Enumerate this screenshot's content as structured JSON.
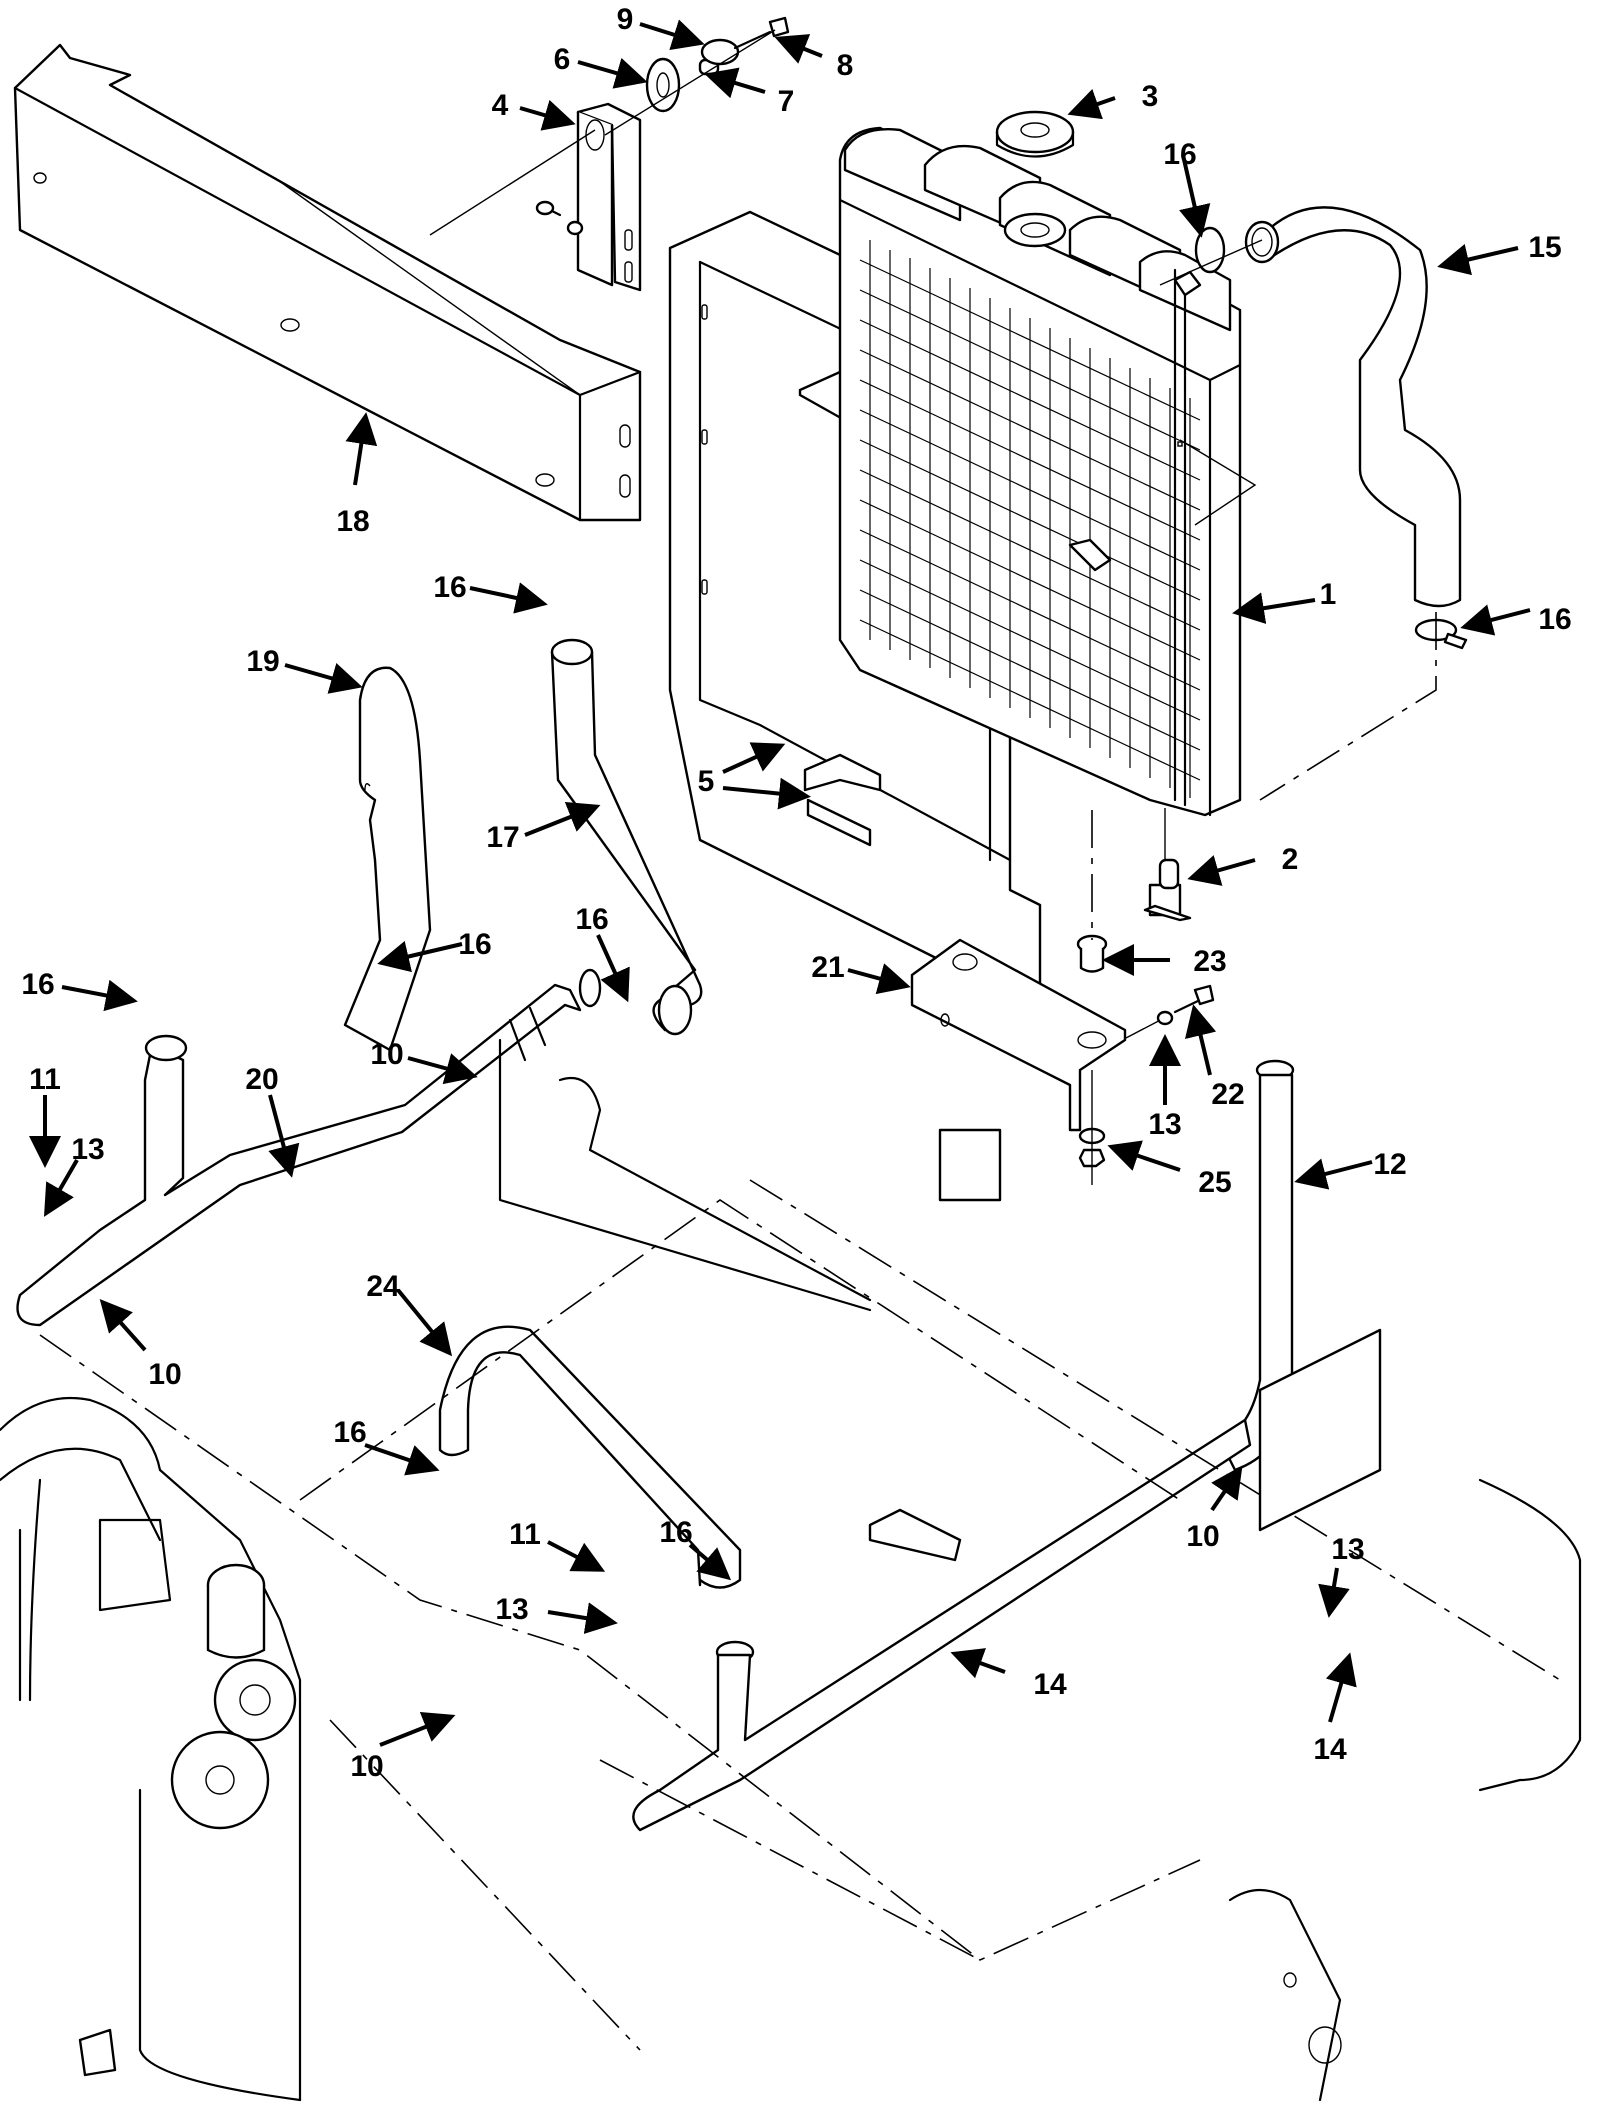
{
  "figure": {
    "type": "exploded parts diagram",
    "subject": "Radiator and coolant hose assembly",
    "line_color": "#000000",
    "background": "#ffffff"
  },
  "callouts": [
    {
      "id": "c1",
      "label": "1",
      "part": "radiator"
    },
    {
      "id": "c2",
      "label": "2",
      "part": "drain-valve"
    },
    {
      "id": "c3",
      "label": "3",
      "part": "radiator-cap"
    },
    {
      "id": "c4",
      "label": "4",
      "part": "support-bracket"
    },
    {
      "id": "c5a",
      "label": "5",
      "part": "mounting-plate"
    },
    {
      "id": "c6",
      "label": "6",
      "part": "grommet"
    },
    {
      "id": "c7",
      "label": "7",
      "part": "spacer"
    },
    {
      "id": "c8",
      "label": "8",
      "part": "bolt"
    },
    {
      "id": "c9",
      "label": "9",
      "part": "washer"
    },
    {
      "id": "c10a",
      "label": "10",
      "part": "tube-clamp"
    },
    {
      "id": "c10b",
      "label": "10",
      "part": "tube-clamp"
    },
    {
      "id": "c10c",
      "label": "10",
      "part": "tube-clamp"
    },
    {
      "id": "c10d",
      "label": "10",
      "part": "tube-clamp"
    },
    {
      "id": "c11a",
      "label": "11",
      "part": "bolt"
    },
    {
      "id": "c11b",
      "label": "11",
      "part": "bolt"
    },
    {
      "id": "c12",
      "label": "12",
      "part": "coolant-tube"
    },
    {
      "id": "c13a",
      "label": "13",
      "part": "washer"
    },
    {
      "id": "c13b",
      "label": "13",
      "part": "washer"
    },
    {
      "id": "c13c",
      "label": "13",
      "part": "washer"
    },
    {
      "id": "c13d",
      "label": "13",
      "part": "washer"
    },
    {
      "id": "c14a",
      "label": "14",
      "part": "nut"
    },
    {
      "id": "c14b",
      "label": "14",
      "part": "nut"
    },
    {
      "id": "c15",
      "label": "15",
      "part": "upper-hose"
    },
    {
      "id": "c16a",
      "label": "16",
      "part": "hose-clamp"
    },
    {
      "id": "c16b",
      "label": "16",
      "part": "hose-clamp"
    },
    {
      "id": "c16c",
      "label": "16",
      "part": "hose-clamp"
    },
    {
      "id": "c16d",
      "label": "16",
      "part": "hose-clamp"
    },
    {
      "id": "c16e",
      "label": "16",
      "part": "hose-clamp"
    },
    {
      "id": "c16f",
      "label": "16",
      "part": "hose-clamp"
    },
    {
      "id": "c16g",
      "label": "16",
      "part": "hose-clamp"
    },
    {
      "id": "c16h",
      "label": "16",
      "part": "hose-clamp"
    },
    {
      "id": "c17",
      "label": "17",
      "part": "hose"
    },
    {
      "id": "c18",
      "label": "18",
      "part": "cross-member"
    },
    {
      "id": "c19",
      "label": "19",
      "part": "hose"
    },
    {
      "id": "c20",
      "label": "20",
      "part": "coolant-tube"
    },
    {
      "id": "c21",
      "label": "21",
      "part": "mounting-bracket"
    },
    {
      "id": "c22",
      "label": "22",
      "part": "bolt"
    },
    {
      "id": "c23",
      "label": "23",
      "part": "isolator"
    },
    {
      "id": "c24",
      "label": "24",
      "part": "hose"
    },
    {
      "id": "c25",
      "label": "25",
      "part": "washer"
    }
  ]
}
